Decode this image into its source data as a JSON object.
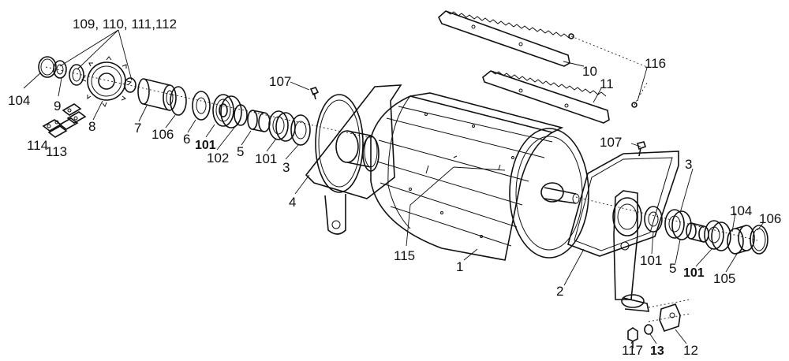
{
  "labels": {
    "l109": "109, 110, 111,112",
    "l104a": "104",
    "l9": "9",
    "l8": "8",
    "l7": "7",
    "l106a": "106",
    "l6": "6",
    "l101a": "101",
    "l102": "102",
    "l5a": "5",
    "l101b": "101",
    "l3a": "3",
    "l4": "4",
    "l107a": "107",
    "l114": "114",
    "l113": "113",
    "l115": "115",
    "l1": "1",
    "l10": "10",
    "l11": "11",
    "l116": "116",
    "l107b": "107",
    "l3b": "3",
    "l104b": "104",
    "l106b": "106",
    "l101c": "101",
    "l5b": "5",
    "l101d": "101",
    "l105": "105",
    "l2": "2",
    "l117": "117",
    "l13": "13",
    "l12": "12"
  },
  "colors": {
    "ink": "#111111",
    "paper": "#ffffff"
  }
}
